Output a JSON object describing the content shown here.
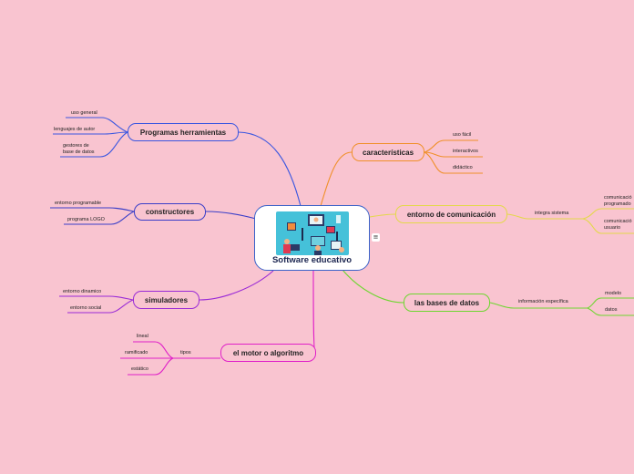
{
  "center": {
    "title": "Software educativo",
    "illustration": "people-with-computers-illustration",
    "menu_icon": "≡"
  },
  "branches": {
    "programas": {
      "label": "Programas herramientas",
      "color": "#3a56e0",
      "leaves": [
        "uso general",
        "lenguajes de autor",
        "gestores de\nbase de datos"
      ]
    },
    "constructores": {
      "label": "constructores",
      "color": "#3a3ec8",
      "leaves": [
        "entorno programable",
        "programa LOGO"
      ]
    },
    "simuladores": {
      "label": "simuladores",
      "color": "#9a2ad6",
      "leaves": [
        "entorno dinamico",
        "entorno social"
      ]
    },
    "motor": {
      "label": "el motor o algoritmo",
      "color": "#e020c8",
      "sub": "tipos",
      "leaves": [
        "lineal",
        "ramificado",
        "estático"
      ]
    },
    "caracteristicas": {
      "label": "características",
      "color": "#f0902a",
      "leaves": [
        "uso fácil",
        "interactivos",
        "didáctico"
      ]
    },
    "comunicacion": {
      "label": "entorno de comunicación",
      "color": "#e4d84a",
      "sub": "integra sistema",
      "leaves": [
        "comunicació\nprogramado",
        "comunicació\nusuario"
      ]
    },
    "bases": {
      "label": "las bases de datos",
      "color": "#6ed630",
      "sub": "información específica",
      "leaves": [
        "modelo",
        "datos"
      ]
    }
  }
}
